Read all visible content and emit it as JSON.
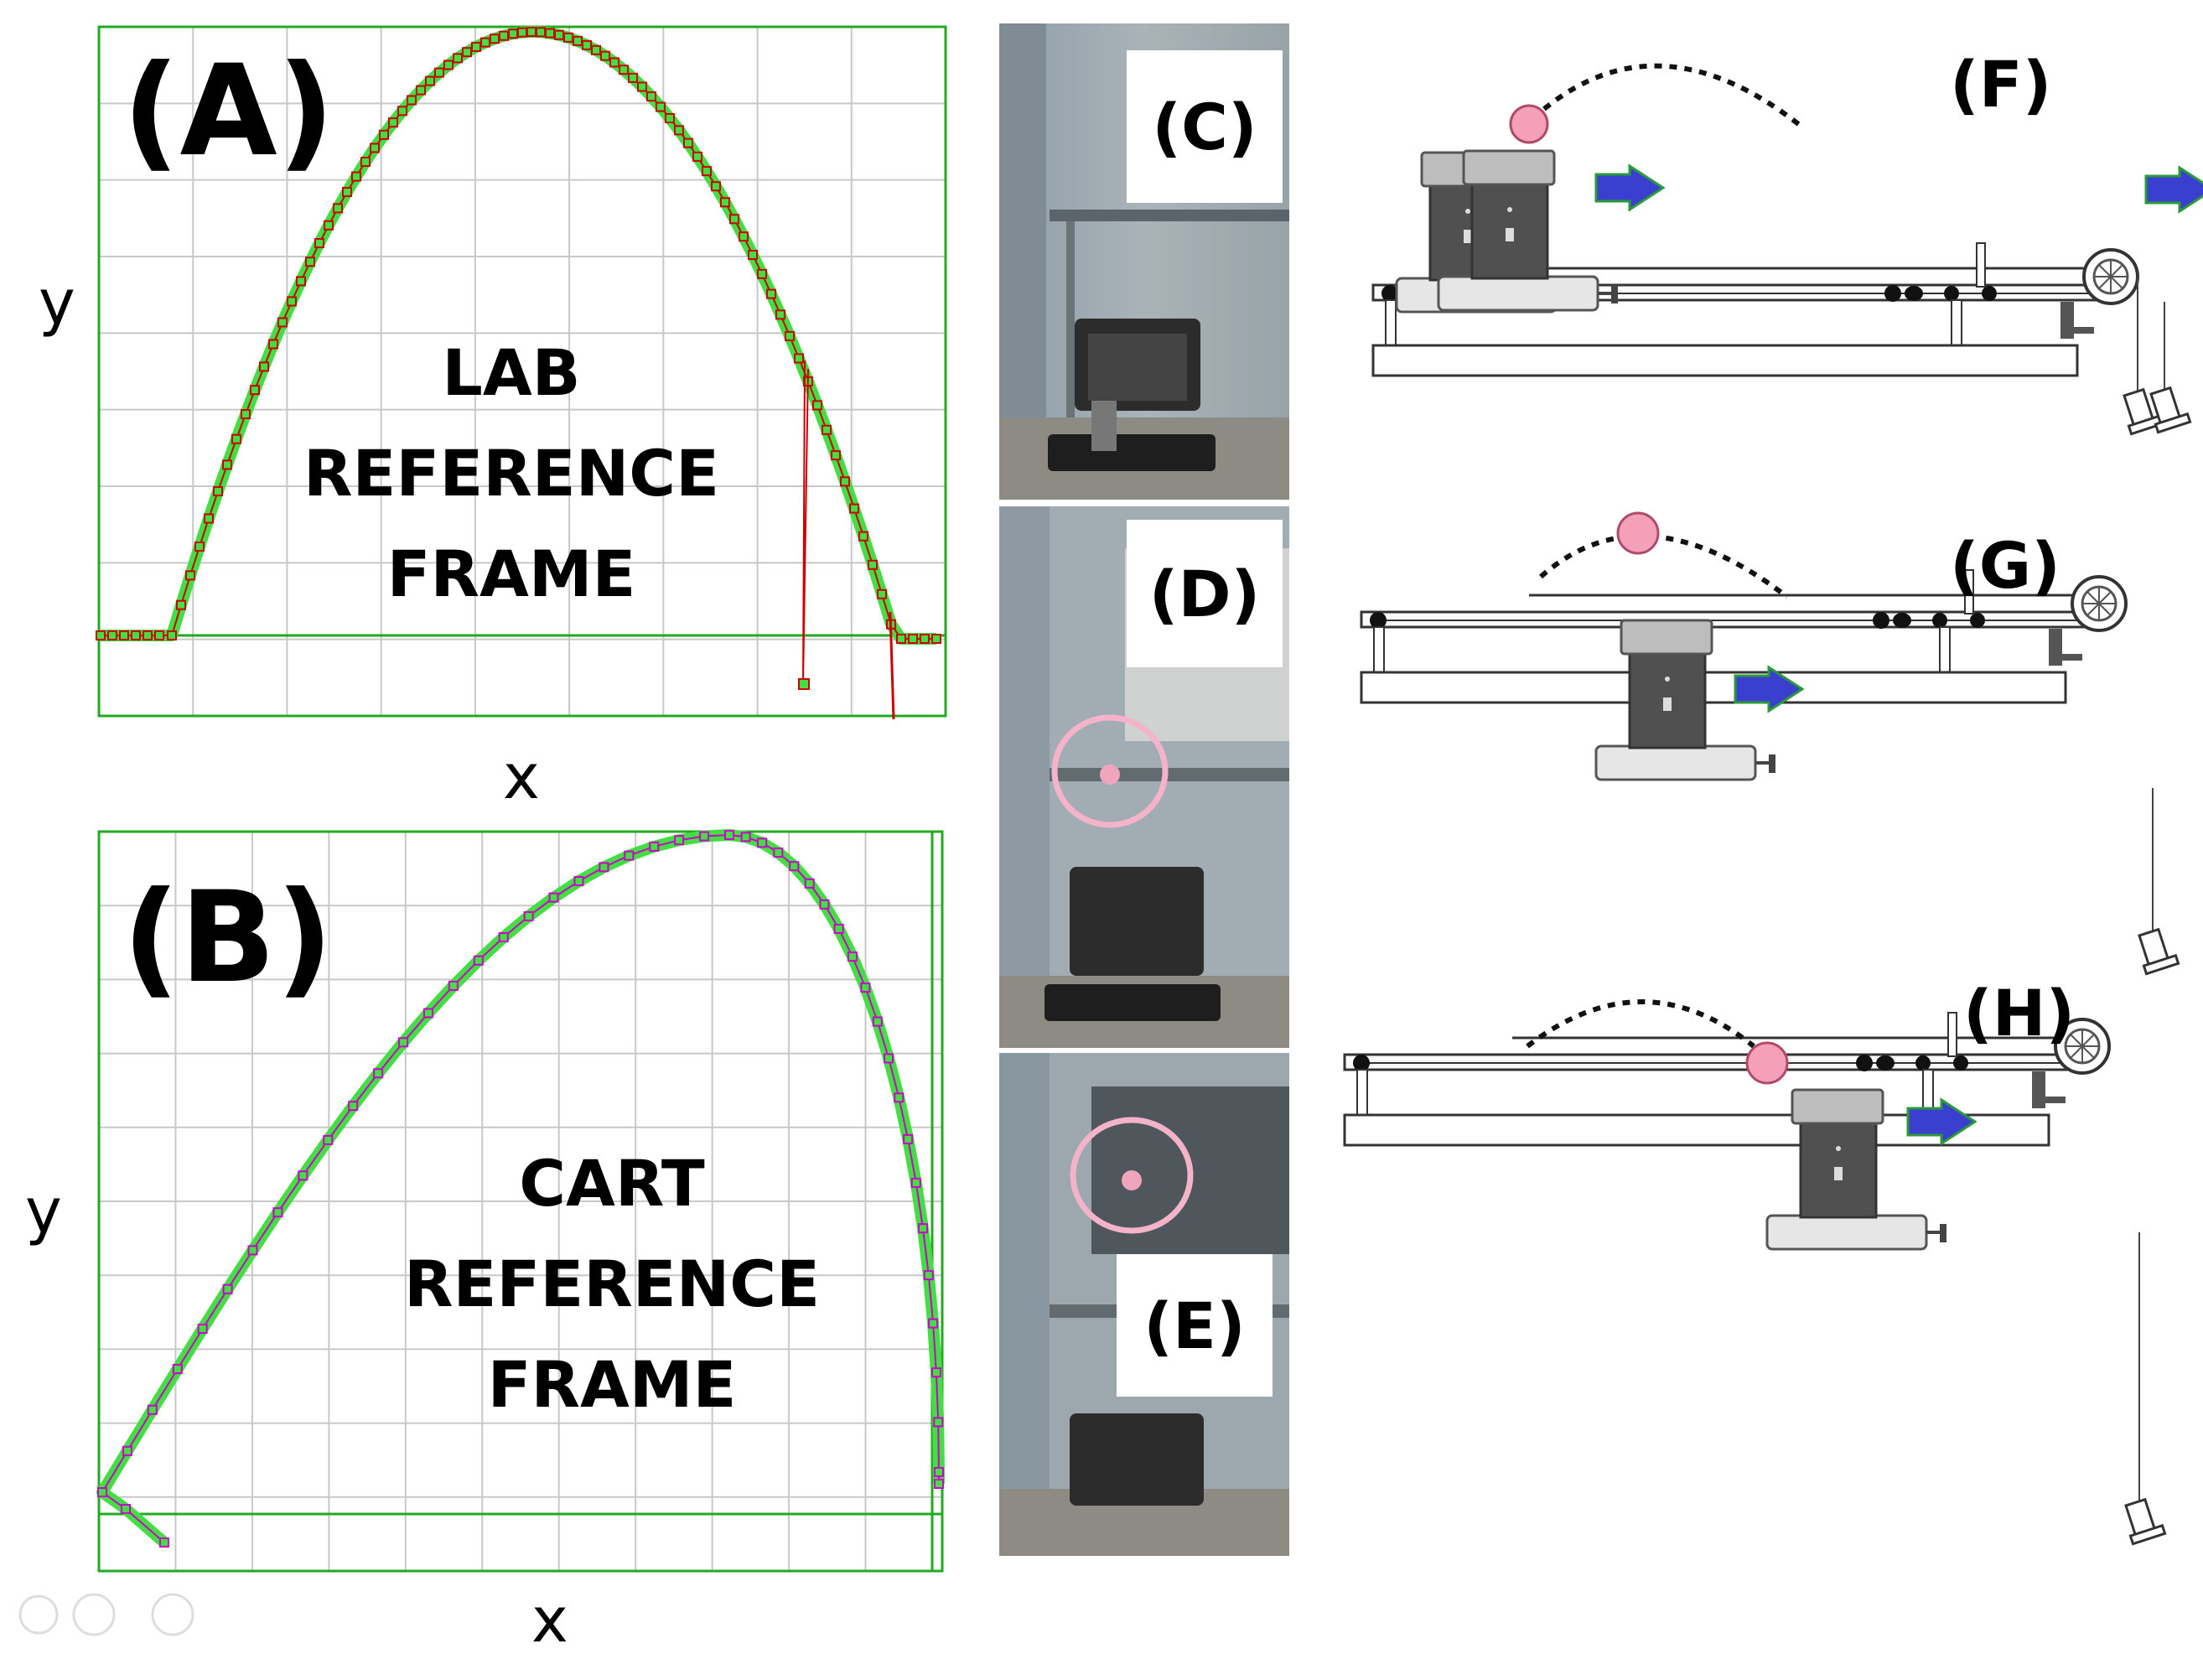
{
  "panels": {
    "A": {
      "label": "(A)",
      "frame_lines": [
        "LAB",
        "REFERENCE",
        "FRAME"
      ],
      "xlabel": "x",
      "ylabel": "y"
    },
    "B": {
      "label": "(B)",
      "frame_lines": [
        "CART",
        "REFERENCE",
        "FRAME"
      ],
      "xlabel": "x",
      "ylabel": "y"
    },
    "C": {
      "label": "(C)"
    },
    "D": {
      "label": "(D)"
    },
    "E": {
      "label": "(E)"
    },
    "F": {
      "label": "(F)"
    },
    "G": {
      "label": "(G)"
    },
    "H": {
      "label": "(H)"
    }
  },
  "colors": {
    "lab_trajectory": "#cc0000",
    "cart_trajectory": "#cc00cc",
    "marker_halo": "#44dd44",
    "grid": "#c8c8c8",
    "ball": "#f4a0b8",
    "arrow": "#3a3fd0",
    "arrow_outline": "#2a9a3a",
    "highlight_circle": "#f4b3c8"
  },
  "icons": [
    "ball-icon",
    "motion-arrow-icon",
    "pulley-icon",
    "hanging-weight-icon",
    "launcher-icon"
  ]
}
